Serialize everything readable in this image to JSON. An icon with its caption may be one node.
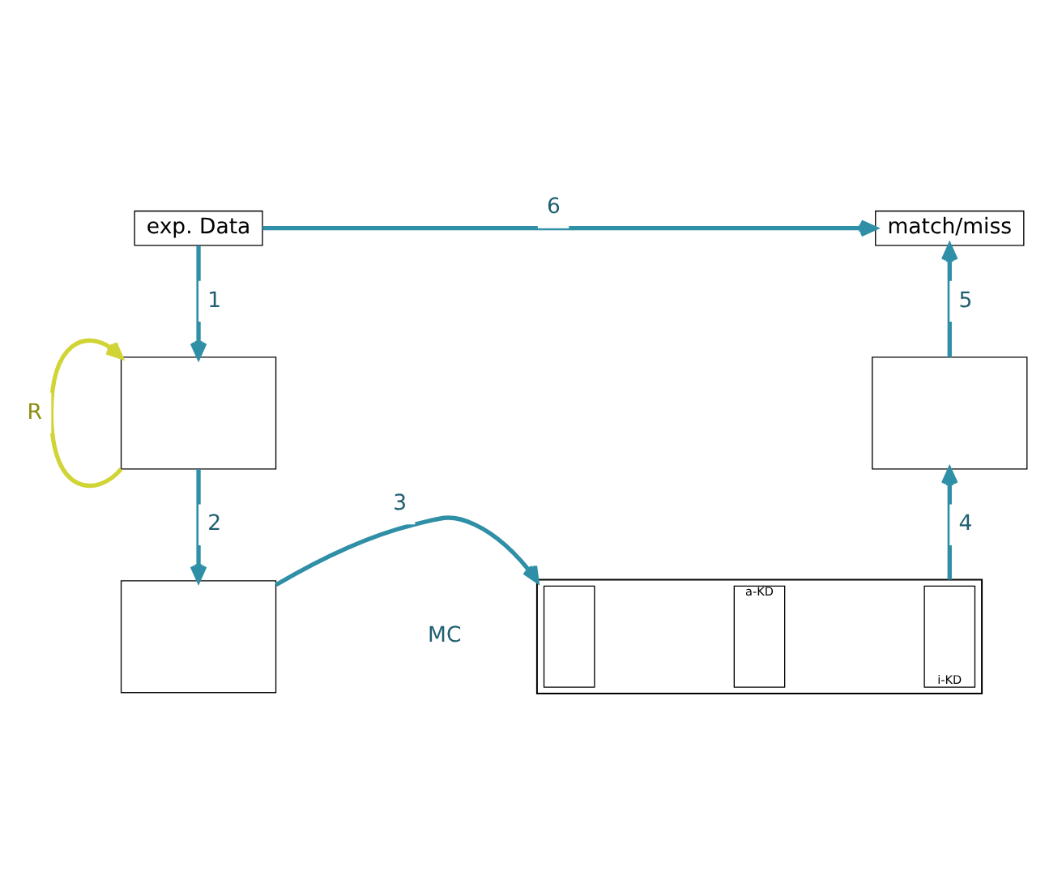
{
  "diagram": {
    "nodes": [
      {
        "text": [
          "exp. Data"
        ]
      },
      {
        "text": [
          "match/miss"
        ]
      },
      {
        "text": [],
        "shape": "box"
      },
      {
        "text": [],
        "shape": "box"
      },
      {
        "text": [],
        "shape": "box"
      },
      {
        "text": [],
        "shape": "box"
      },
      {
        "text": [],
        "shape": "box",
        "in": 5
      },
      {
        "text": [
          "a-KD"
        ],
        "in": 5
      },
      {
        "text": [
          "i-KD"
        ],
        "in": 5
      }
    ],
    "edges": [
      {
        "from": 0,
        "to": 2,
        "arrow": "to",
        "label": "1"
      },
      {
        "from": 2,
        "to": 4,
        "arrow": "to",
        "label": "2"
      },
      {
        "from": 4,
        "to": 5,
        "arrow": "to",
        "label": "3"
      },
      {
        "from": 5,
        "to": 3,
        "arrow": "to",
        "label": "4"
      },
      {
        "from": 3,
        "to": 1,
        "arrow": "to",
        "label": "5"
      },
      {
        "from": 0,
        "to": 1,
        "arrow": "to",
        "label": "6"
      },
      {
        "from": 2,
        "to": 2,
        "arrow": "to",
        "label": "R",
        "color": "#d0d435"
      }
    ],
    "labels": [
      "MC"
    ]
  }
}
